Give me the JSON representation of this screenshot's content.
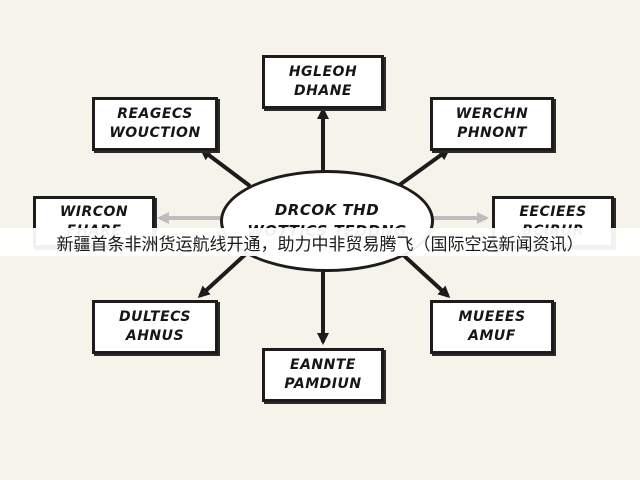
{
  "diagram": {
    "center": {
      "line1": "DRCOK THD",
      "line2": "WOTTICS TEDDNG"
    },
    "nodes": [
      {
        "id": "top",
        "line1": "HGLEOH",
        "line2": "DHANE"
      },
      {
        "id": "top-left",
        "line1": "REAGECS",
        "line2": "WOUCTION"
      },
      {
        "id": "top-right",
        "line1": "WERCHN",
        "line2": "PHNONT"
      },
      {
        "id": "left",
        "line1": "WIRCON",
        "line2": "FHARE"
      },
      {
        "id": "right",
        "line1": "EECIEES",
        "line2": "BCIRUR"
      },
      {
        "id": "bottom-left",
        "line1": "DULTECS",
        "line2": "AHNUS"
      },
      {
        "id": "bottom-right",
        "line1": "MUEEES",
        "line2": "AMUF"
      },
      {
        "id": "bottom",
        "line1": "EANNTE",
        "line2": "PAMDIUN"
      }
    ]
  },
  "caption": "新疆首条非洲货运航线开通，助力中非贸易腾飞（国际空运新闻资讯）",
  "colors": {
    "ink": "#1c1c1c",
    "background": "#f6f3ea",
    "box": "#ffffff",
    "faded_arrow": "#bdbdbd"
  }
}
